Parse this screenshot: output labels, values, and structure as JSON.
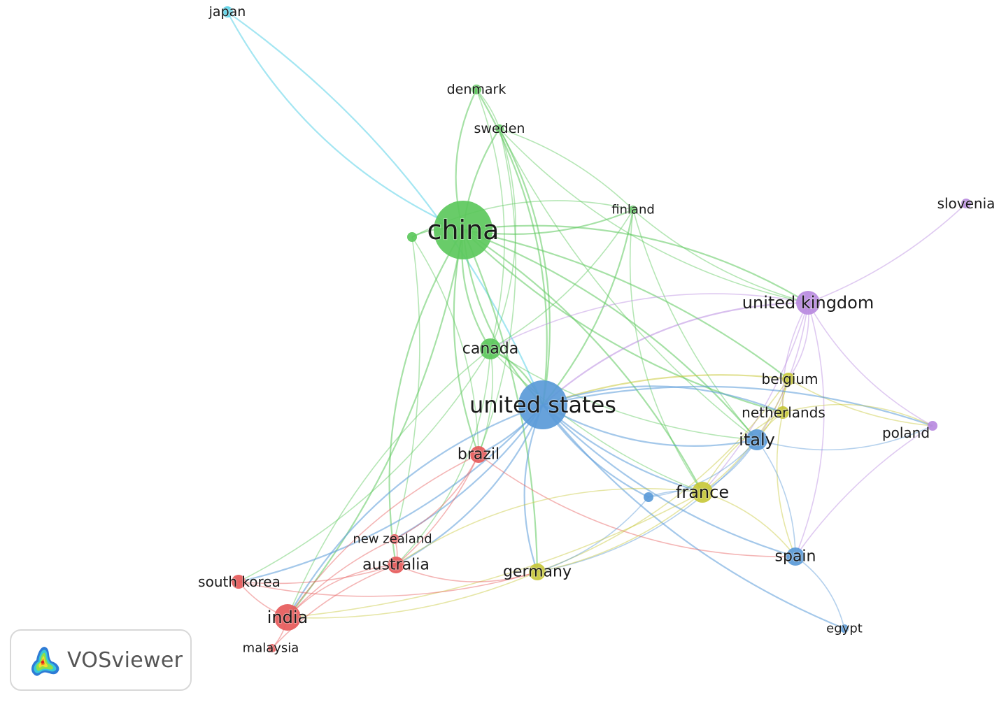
{
  "diagram": {
    "type": "co-authorship network (countries)",
    "clusters": {
      "red": "#e65a5a",
      "green": "#5cc85c",
      "blue": "#5a9ad8",
      "yellow": "#c8c83a",
      "purple": "#b88ae0",
      "cyan": "#5ad2e8"
    },
    "nodes": [
      {
        "id": "japan",
        "label": "japan",
        "cluster": "cyan"
      },
      {
        "id": "denmark",
        "label": "denmark",
        "cluster": "green"
      },
      {
        "id": "sweden",
        "label": "sweden",
        "cluster": "green"
      },
      {
        "id": "china",
        "label": "china",
        "cluster": "green"
      },
      {
        "id": "g_unlabeled",
        "label": "",
        "cluster": "green"
      },
      {
        "id": "finland",
        "label": "finland",
        "cluster": "green"
      },
      {
        "id": "slovenia",
        "label": "slovenia",
        "cluster": "purple"
      },
      {
        "id": "united_kingdom",
        "label": "united kingdom",
        "cluster": "purple"
      },
      {
        "id": "canada",
        "label": "canada",
        "cluster": "green"
      },
      {
        "id": "belgium",
        "label": "belgium",
        "cluster": "yellow"
      },
      {
        "id": "united_states",
        "label": "united states",
        "cluster": "blue"
      },
      {
        "id": "netherlands",
        "label": "netherlands",
        "cluster": "yellow"
      },
      {
        "id": "italy",
        "label": "italy",
        "cluster": "blue"
      },
      {
        "id": "poland",
        "label": "poland",
        "cluster": "purple"
      },
      {
        "id": "brazil",
        "label": "brazil",
        "cluster": "red"
      },
      {
        "id": "b_unlabeled",
        "label": "",
        "cluster": "blue"
      },
      {
        "id": "france",
        "label": "france",
        "cluster": "yellow"
      },
      {
        "id": "new_zealand",
        "label": "new zealand",
        "cluster": "red"
      },
      {
        "id": "australia",
        "label": "australia",
        "cluster": "red"
      },
      {
        "id": "south_korea",
        "label": "south korea",
        "cluster": "red"
      },
      {
        "id": "germany",
        "label": "germany",
        "cluster": "yellow"
      },
      {
        "id": "spain",
        "label": "spain",
        "cluster": "blue"
      },
      {
        "id": "india",
        "label": "india",
        "cluster": "red"
      },
      {
        "id": "malaysia",
        "label": "malaysia",
        "cluster": "red"
      },
      {
        "id": "egypt",
        "label": "egypt",
        "cluster": "blue"
      }
    ],
    "links": [
      [
        "japan",
        "china"
      ],
      [
        "japan",
        "united_states"
      ],
      [
        "denmark",
        "sweden"
      ],
      [
        "denmark",
        "china"
      ],
      [
        "denmark",
        "canada"
      ],
      [
        "denmark",
        "united_states"
      ],
      [
        "sweden",
        "china"
      ],
      [
        "sweden",
        "canada"
      ],
      [
        "sweden",
        "united_states"
      ],
      [
        "sweden",
        "finland"
      ],
      [
        "sweden",
        "united_kingdom"
      ],
      [
        "sweden",
        "italy"
      ],
      [
        "sweden",
        "brazil"
      ],
      [
        "china",
        "finland"
      ],
      [
        "china",
        "united_kingdom"
      ],
      [
        "china",
        "canada"
      ],
      [
        "china",
        "united_states"
      ],
      [
        "china",
        "italy"
      ],
      [
        "china",
        "france"
      ],
      [
        "china",
        "brazil"
      ],
      [
        "china",
        "australia"
      ],
      [
        "china",
        "india"
      ],
      [
        "china",
        "belgium"
      ],
      [
        "china",
        "netherlands"
      ],
      [
        "china",
        "germany"
      ],
      [
        "china",
        "g_unlabeled"
      ],
      [
        "g_unlabeled",
        "new_zealand"
      ],
      [
        "g_unlabeled",
        "finland"
      ],
      [
        "g_unlabeled",
        "brazil"
      ],
      [
        "finland",
        "united_states"
      ],
      [
        "finland",
        "united_kingdom"
      ],
      [
        "finland",
        "italy"
      ],
      [
        "finland",
        "canada"
      ],
      [
        "finland",
        "france"
      ],
      [
        "slovenia",
        "united_kingdom"
      ],
      [
        "united_kingdom",
        "united_states"
      ],
      [
        "united_kingdom",
        "belgium"
      ],
      [
        "united_kingdom",
        "netherlands"
      ],
      [
        "united_kingdom",
        "italy"
      ],
      [
        "united_kingdom",
        "poland"
      ],
      [
        "united_kingdom",
        "france"
      ],
      [
        "united_kingdom",
        "canada"
      ],
      [
        "united_kingdom",
        "spain"
      ],
      [
        "canada",
        "united_states"
      ],
      [
        "canada",
        "australia"
      ],
      [
        "canada",
        "india"
      ],
      [
        "canada",
        "brazil"
      ],
      [
        "canada",
        "italy"
      ],
      [
        "canada",
        "france"
      ],
      [
        "canada",
        "south_korea"
      ],
      [
        "belgium",
        "united_states"
      ],
      [
        "belgium",
        "italy"
      ],
      [
        "belgium",
        "poland"
      ],
      [
        "belgium",
        "france"
      ],
      [
        "belgium",
        "netherlands"
      ],
      [
        "belgium",
        "germany"
      ],
      [
        "united_states",
        "italy"
      ],
      [
        "united_states",
        "netherlands"
      ],
      [
        "united_states",
        "poland"
      ],
      [
        "united_states",
        "brazil"
      ],
      [
        "united_states",
        "france"
      ],
      [
        "united_states",
        "spain"
      ],
      [
        "united_states",
        "australia"
      ],
      [
        "united_states",
        "india"
      ],
      [
        "united_states",
        "germany"
      ],
      [
        "united_states",
        "egypt"
      ],
      [
        "united_states",
        "b_unlabeled"
      ],
      [
        "united_states",
        "south_korea"
      ],
      [
        "united_states",
        "new_zealand"
      ],
      [
        "netherlands",
        "italy"
      ],
      [
        "netherlands",
        "poland"
      ],
      [
        "netherlands",
        "france"
      ],
      [
        "netherlands",
        "spain"
      ],
      [
        "italy",
        "poland"
      ],
      [
        "italy",
        "france"
      ],
      [
        "italy",
        "spain"
      ],
      [
        "italy",
        "b_unlabeled"
      ],
      [
        "italy",
        "germany"
      ],
      [
        "poland",
        "spain"
      ],
      [
        "brazil",
        "australia"
      ],
      [
        "brazil",
        "india"
      ],
      [
        "brazil",
        "spain"
      ],
      [
        "brazil",
        "new_zealand"
      ],
      [
        "b_unlabeled",
        "germany"
      ],
      [
        "b_unlabeled",
        "france"
      ],
      [
        "france",
        "spain"
      ],
      [
        "france",
        "germany"
      ],
      [
        "france",
        "australia"
      ],
      [
        "france",
        "india"
      ],
      [
        "new_zealand",
        "australia"
      ],
      [
        "new_zealand",
        "india"
      ],
      [
        "australia",
        "india"
      ],
      [
        "australia",
        "south_korea"
      ],
      [
        "australia",
        "germany"
      ],
      [
        "australia",
        "malaysia"
      ],
      [
        "south_korea",
        "india"
      ],
      [
        "south_korea",
        "germany"
      ],
      [
        "germany",
        "india"
      ],
      [
        "india",
        "malaysia"
      ],
      [
        "spain",
        "egypt"
      ]
    ]
  },
  "brand": {
    "name": "VOSviewer"
  }
}
